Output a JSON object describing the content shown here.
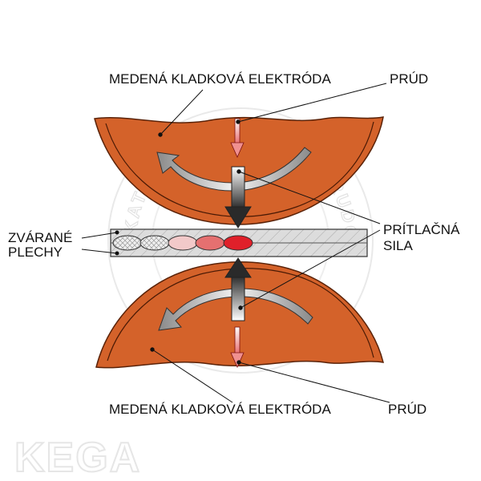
{
  "labels": {
    "top_electrode": "MEDENÁ KLADKOVÁ ELEKTRÓDA",
    "top_current": "PRÚD",
    "bottom_electrode": "MEDENÁ KLADKOVÁ ELEKTRÓDA",
    "bottom_current": "PRÚD",
    "sheets_line1": "ZVÁRANÉ",
    "sheets_line2": "PLECHY",
    "force_line1": "PRÍTLAČNÁ",
    "force_line2": "SILA"
  },
  "watermark": {
    "logo_text": "KEGA",
    "seal_text": "KATEDRA ZVÁRANIA A PRUDOVANIA"
  },
  "colors": {
    "electrode": "#d4622a",
    "electrode_dark": "#a8441a",
    "sheet": "#d9d9d9",
    "weld_hot": "#e0202a",
    "current_arrow": "#f08a8a",
    "force_arrow": "#333333"
  }
}
